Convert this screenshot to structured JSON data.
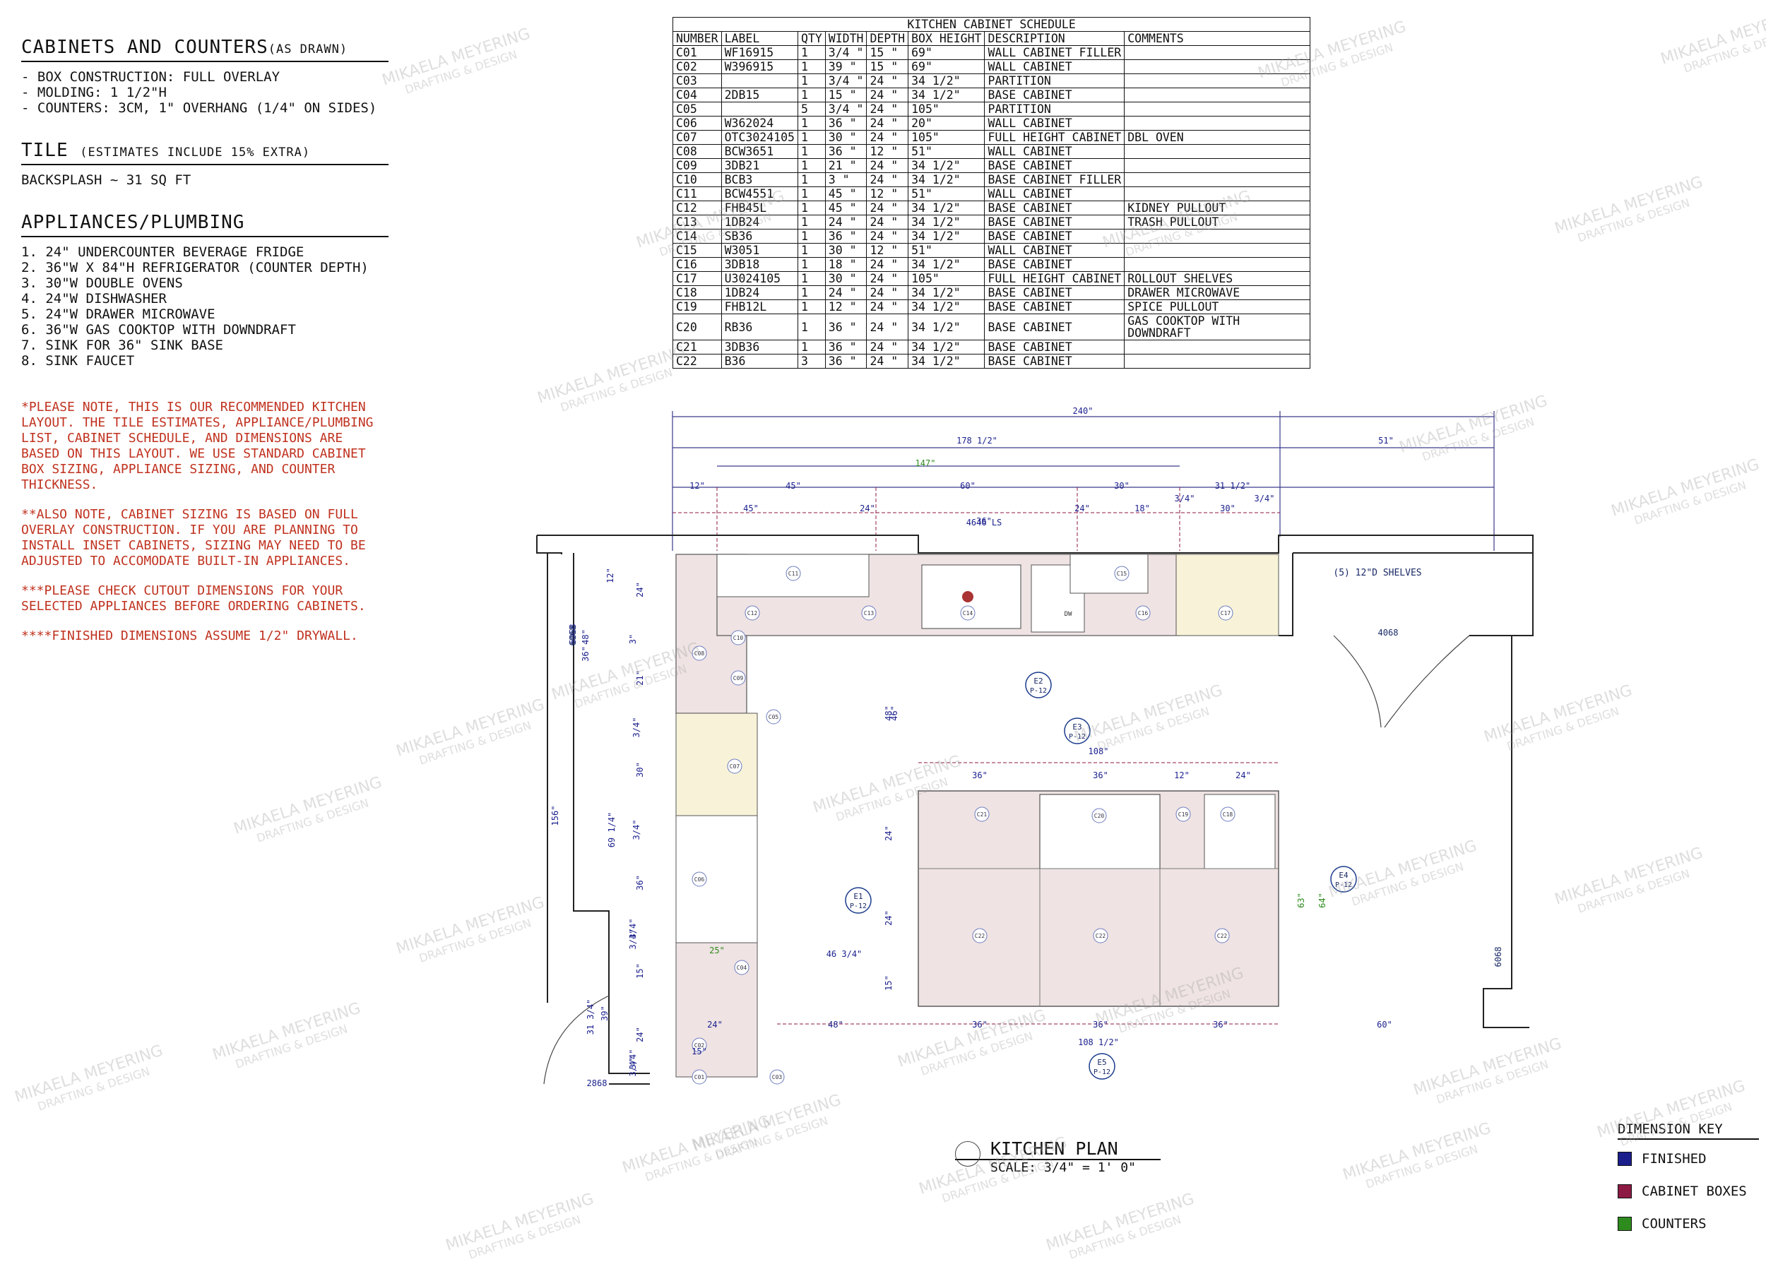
{
  "notes": {
    "cabinets_heading": "CABINETS AND COUNTERS",
    "cabinets_heading_sub": "(AS DRAWN)",
    "cabinet_lines": [
      "- BOX CONSTRUCTION: FULL OVERLAY",
      "- MOLDING: 1 1/2\"H",
      "- COUNTERS: 3CM, 1\" OVERHANG (1/4\" ON SIDES)"
    ],
    "tile_heading": "TILE",
    "tile_heading_sub": "(ESTIMATES INCLUDE 15% EXTRA)",
    "tile_line": "BACKSPLASH ~ 31 SQ FT",
    "appliances_heading": "APPLIANCES/PLUMBING",
    "appliance_lines": [
      "1. 24\" UNDERCOUNTER BEVERAGE FRIDGE",
      "2. 36\"W X 84\"H REFRIGERATOR (COUNTER DEPTH)",
      "3. 30\"W DOUBLE OVENS",
      "4. 24\"W DISHWASHER",
      "5. 24\"W DRAWER MICROWAVE",
      "6. 36\"W GAS COOKTOP WITH DOWNDRAFT",
      "7. SINK FOR 36\" SINK BASE",
      "8. SINK FAUCET"
    ],
    "red_notes": [
      "*PLEASE NOTE, THIS IS OUR RECOMMENDED KITCHEN LAYOUT. THE TILE ESTIMATES, APPLIANCE/PLUMBING LIST, CABINET SCHEDULE, AND DIMENSIONS ARE BASED ON THIS LAYOUT. WE USE STANDARD CABINET BOX SIZING, APPLIANCE SIZING, AND COUNTER THICKNESS.",
      "**ALSO NOTE, CABINET SIZING IS BASED ON FULL OVERLAY CONSTRUCTION. IF YOU ARE PLANNING TO INSTALL INSET CABINETS, SIZING MAY NEED TO BE ADJUSTED TO ACCOMODATE BUILT-IN APPLIANCES.",
      "***PLEASE CHECK CUTOUT DIMENSIONS FOR YOUR SELECTED APPLIANCES BEFORE ORDERING CABINETS.",
      "****FINISHED DIMENSIONS ASSUME 1/2\" DRYWALL."
    ]
  },
  "schedule": {
    "title": "KITCHEN CABINET SCHEDULE",
    "headers": [
      "NUMBER",
      "LABEL",
      "QTY",
      "WIDTH",
      "DEPTH",
      "BOX HEIGHT",
      "DESCRIPTION",
      "COMMENTS"
    ],
    "rows": [
      [
        "C01",
        "WF16915",
        "1",
        "3/4 \"",
        "15 \"",
        "69\"",
        "WALL CABINET FILLER",
        ""
      ],
      [
        "C02",
        "W396915",
        "1",
        "39 \"",
        "15 \"",
        "69\"",
        "WALL CABINET",
        ""
      ],
      [
        "C03",
        "",
        "1",
        "3/4 \"",
        "24 \"",
        "34 1/2\"",
        "PARTITION",
        ""
      ],
      [
        "C04",
        "2DB15",
        "1",
        "15 \"",
        "24 \"",
        "34 1/2\"",
        "BASE CABINET",
        ""
      ],
      [
        "C05",
        "",
        "5",
        "3/4 \"",
        "24 \"",
        "105\"",
        "PARTITION",
        ""
      ],
      [
        "C06",
        "W362024",
        "1",
        "36 \"",
        "24 \"",
        "20\"",
        "WALL CABINET",
        ""
      ],
      [
        "C07",
        "OTC3024105",
        "1",
        "30 \"",
        "24 \"",
        "105\"",
        "FULL HEIGHT CABINET",
        "DBL OVEN"
      ],
      [
        "C08",
        "BCW3651",
        "1",
        "36 \"",
        "12 \"",
        "51\"",
        "WALL CABINET",
        ""
      ],
      [
        "C09",
        "3DB21",
        "1",
        "21 \"",
        "24 \"",
        "34 1/2\"",
        "BASE CABINET",
        ""
      ],
      [
        "C10",
        "BCB3",
        "1",
        "3 \"",
        "24 \"",
        "34 1/2\"",
        "BASE CABINET FILLER",
        ""
      ],
      [
        "C11",
        "BCW4551",
        "1",
        "45 \"",
        "12 \"",
        "51\"",
        "WALL CABINET",
        ""
      ],
      [
        "C12",
        "FHB45L",
        "1",
        "45 \"",
        "24 \"",
        "34 1/2\"",
        "BASE CABINET",
        "KIDNEY PULLOUT"
      ],
      [
        "C13",
        "1DB24",
        "1",
        "24 \"",
        "24 \"",
        "34 1/2\"",
        "BASE CABINET",
        "TRASH PULLOUT"
      ],
      [
        "C14",
        "SB36",
        "1",
        "36 \"",
        "24 \"",
        "34 1/2\"",
        "BASE CABINET",
        ""
      ],
      [
        "C15",
        "W3051",
        "1",
        "30 \"",
        "12 \"",
        "51\"",
        "WALL CABINET",
        ""
      ],
      [
        "C16",
        "3DB18",
        "1",
        "18 \"",
        "24 \"",
        "34 1/2\"",
        "BASE CABINET",
        ""
      ],
      [
        "C17",
        "U3024105",
        "1",
        "30 \"",
        "24 \"",
        "105\"",
        "FULL HEIGHT CABINET",
        "ROLLOUT SHELVES"
      ],
      [
        "C18",
        "1DB24",
        "1",
        "24 \"",
        "24 \"",
        "34 1/2\"",
        "BASE CABINET",
        "DRAWER MICROWAVE"
      ],
      [
        "C19",
        "FHB12L",
        "1",
        "12 \"",
        "24 \"",
        "34 1/2\"",
        "BASE CABINET",
        "SPICE PULLOUT"
      ],
      [
        "C20",
        "RB36",
        "1",
        "36 \"",
        "24 \"",
        "34 1/2\"",
        "BASE CABINET",
        "GAS COOKTOP WITH DOWNDRAFT"
      ],
      [
        "C21",
        "3DB36",
        "1",
        "36 \"",
        "24 \"",
        "34 1/2\"",
        "BASE CABINET",
        ""
      ],
      [
        "C22",
        "B36",
        "3",
        "36 \"",
        "24 \"",
        "34 1/2\"",
        "BASE CABINET",
        ""
      ]
    ]
  },
  "plan": {
    "title": "KITCHEN PLAN",
    "scale": "SCALE: 3/4\" = 1' 0\"",
    "dims_top": [
      "240\"",
      "178 1/2\"",
      "51\"",
      "147\"",
      "12\"",
      "45\"",
      "60\"",
      "30\"",
      "31 1/2\"",
      "45\"",
      "24\"",
      "36\"",
      "24\"",
      "18\"",
      "3/4\"",
      "30\"",
      "3/4\"",
      "4646 LS"
    ],
    "dims_island": [
      "108\"",
      "36\"",
      "36\"",
      "12\"",
      "24\"",
      "63\"",
      "64\"",
      "36\"",
      "36\"",
      "36\"",
      "108 1/2\"",
      "48\"",
      "60\"",
      "46 3/4\"",
      "46\"",
      "48\"",
      "24\"",
      "24\"",
      "15\""
    ],
    "dims_left": [
      "156\"",
      "48\"",
      "36\"",
      "12\"",
      "24\"",
      "3\"",
      "21\"",
      "3/4\"",
      "30\"",
      "3/4\"",
      "36\"",
      "3/4\"",
      "15\"",
      "39\"",
      "24\"",
      "3/4\"",
      "25\"",
      "15\"",
      "31 3/4\"",
      "69 1/4\"",
      "6068",
      "2868",
      "3/4\"",
      "24\"",
      "3/4\""
    ],
    "dims_right": [
      "6068",
      "4068",
      "(5) 12\"D SHELVES",
      "6068"
    ],
    "cabinet_tags": [
      "C01",
      "C02",
      "C03",
      "C04",
      "C05",
      "C06",
      "C07",
      "C08",
      "C09",
      "C10",
      "C11",
      "C12",
      "C13",
      "C14",
      "C15",
      "C16",
      "C17",
      "C18",
      "C19",
      "C20",
      "C21",
      "C22"
    ],
    "dw_label": "DW",
    "elevations": [
      {
        "id": "E1",
        "sheet": "P-12"
      },
      {
        "id": "E2",
        "sheet": "P-12"
      },
      {
        "id": "E3",
        "sheet": "P-12"
      },
      {
        "id": "E4",
        "sheet": "P-12"
      },
      {
        "id": "E5",
        "sheet": "P-12"
      }
    ]
  },
  "dimension_key": {
    "title": "DIMENSION KEY",
    "items": [
      {
        "label": "FINISHED",
        "color": "#1a1f8c"
      },
      {
        "label": "CABINET BOXES",
        "color": "#8c1a45"
      },
      {
        "label": "COUNTERS",
        "color": "#2e8b1e"
      }
    ]
  },
  "watermark": {
    "line1": "MIKAELA MEYERING",
    "line2": "DRAFTING & DESIGN"
  }
}
